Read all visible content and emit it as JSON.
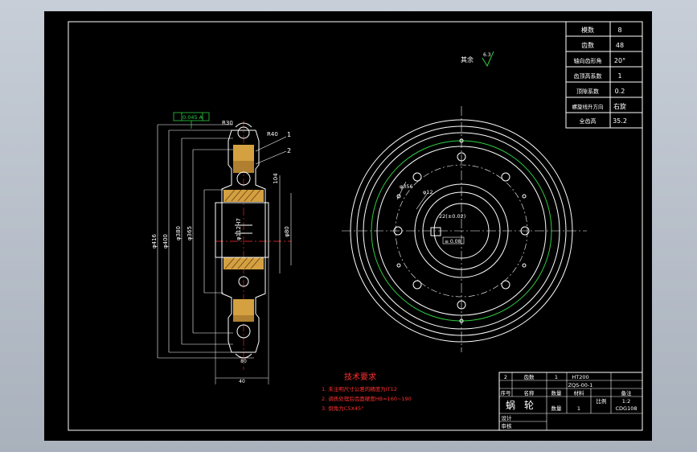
{
  "params": [
    {
      "label": "模数",
      "value": "8"
    },
    {
      "label": "齿数",
      "value": "48"
    },
    {
      "label": "轴向齿形角",
      "value": "20°"
    },
    {
      "label": "齿顶高系数",
      "value": "1"
    },
    {
      "label": "顶隙系数",
      "value": "0.2"
    },
    {
      "label": "螺旋线升方向",
      "value": "右旋"
    },
    {
      "label": "全齿高",
      "value": "35.2"
    }
  ],
  "surface": {
    "label": "其余",
    "value": "6.3"
  },
  "tech": {
    "title": "技术要求",
    "items": [
      "1. 未注明尺寸公差的精度为IT12",
      "2. 调质处理后齿面硬度HB=160~190",
      "3. 倒角为C5X45°"
    ]
  },
  "section_dims": {
    "tol": "0.045 A",
    "r30": "R30",
    "r40": "R40",
    "n1": "1",
    "n2": "2",
    "d1": "φ416",
    "d2": "φ400",
    "d3": "φ380",
    "d4": "φ365",
    "d5": "φ112H7",
    "d6": "φ80",
    "d7": "104",
    "w1": "80",
    "w2": "40"
  },
  "front_dims": {
    "bolt": "φ356",
    "hole": "φ12",
    "hub": "22(±0.02)",
    "key": "≡ 0.08"
  },
  "title_block": {
    "r1": [
      "2",
      "齿数",
      "1",
      "HT200"
    ],
    "r2": "ZQS-00-1",
    "r3": [
      "序号",
      "名称",
      "数量",
      "材料",
      "备注"
    ],
    "r4": [
      "蜗",
      "轮",
      "比例",
      "1:2"
    ],
    "r5": [
      "数量",
      "1",
      "CDG108"
    ],
    "r6": [
      "设计"
    ],
    "r7": [
      "审核"
    ]
  }
}
